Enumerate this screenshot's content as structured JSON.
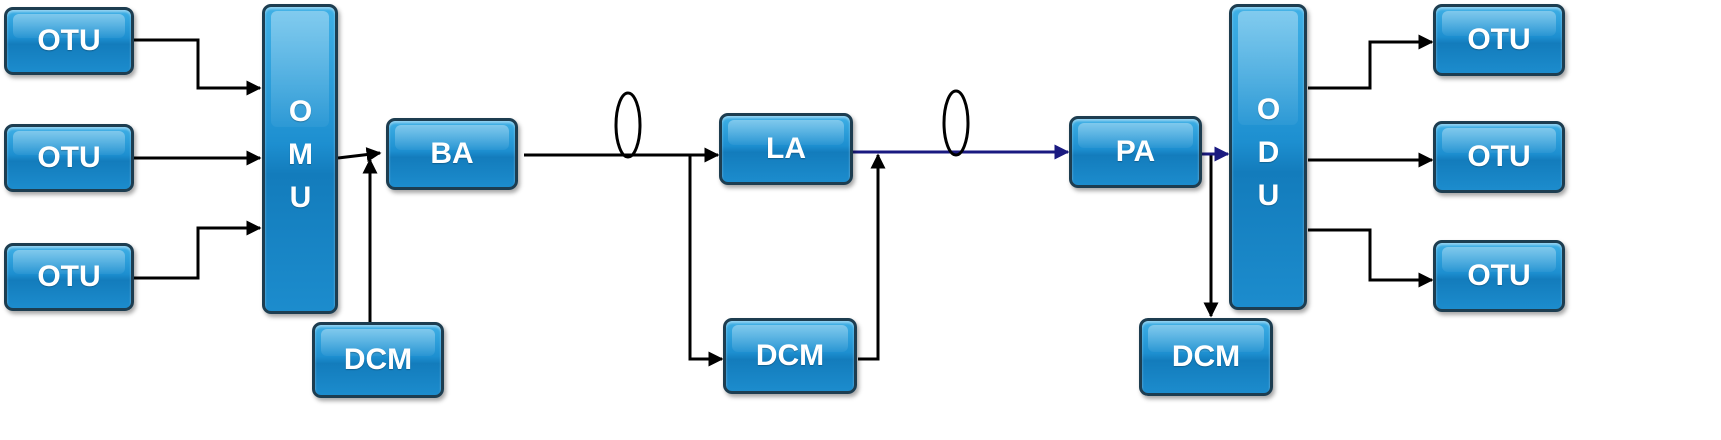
{
  "blocks": {
    "otu_left_1": "OTU",
    "otu_left_2": "OTU",
    "otu_left_3": "OTU",
    "omu": "OMU",
    "dcm_1": "DCM",
    "ba": "BA",
    "la": "LA",
    "dcm_2": "DCM",
    "pa": "PA",
    "dcm_3": "DCM",
    "odu": "ODU",
    "otu_right_1": "OTU",
    "otu_right_2": "OTU",
    "otu_right_3": "OTU"
  },
  "colors": {
    "block_fill": "#1d8fd0",
    "block_border": "#1d3d50",
    "line": "#000000",
    "fiber_line": "#1a1a80"
  }
}
